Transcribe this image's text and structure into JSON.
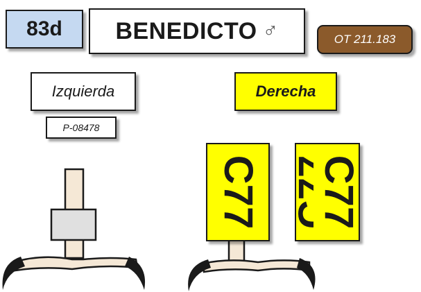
{
  "bird": {
    "age": "83d",
    "name": "BENEDICTO",
    "sex_symbol": "♂",
    "ot_code": "OT 211.183"
  },
  "left_leg": {
    "label": "Izquierda",
    "ring_code": "P-08478",
    "colors": {
      "label_bg": "#ffffff"
    }
  },
  "right_leg": {
    "label": "Derecha",
    "ring_code_front": "C77",
    "ring_code_back_mirrored": "C77",
    "colors": {
      "label_bg": "#ffff00",
      "ring": "#ffff00"
    }
  },
  "colors": {
    "age_box": "#c5d9f1",
    "ot_box": "#8b5a2b",
    "leg": "#f5e8d6",
    "metal_ring": "#e0e0e0"
  }
}
